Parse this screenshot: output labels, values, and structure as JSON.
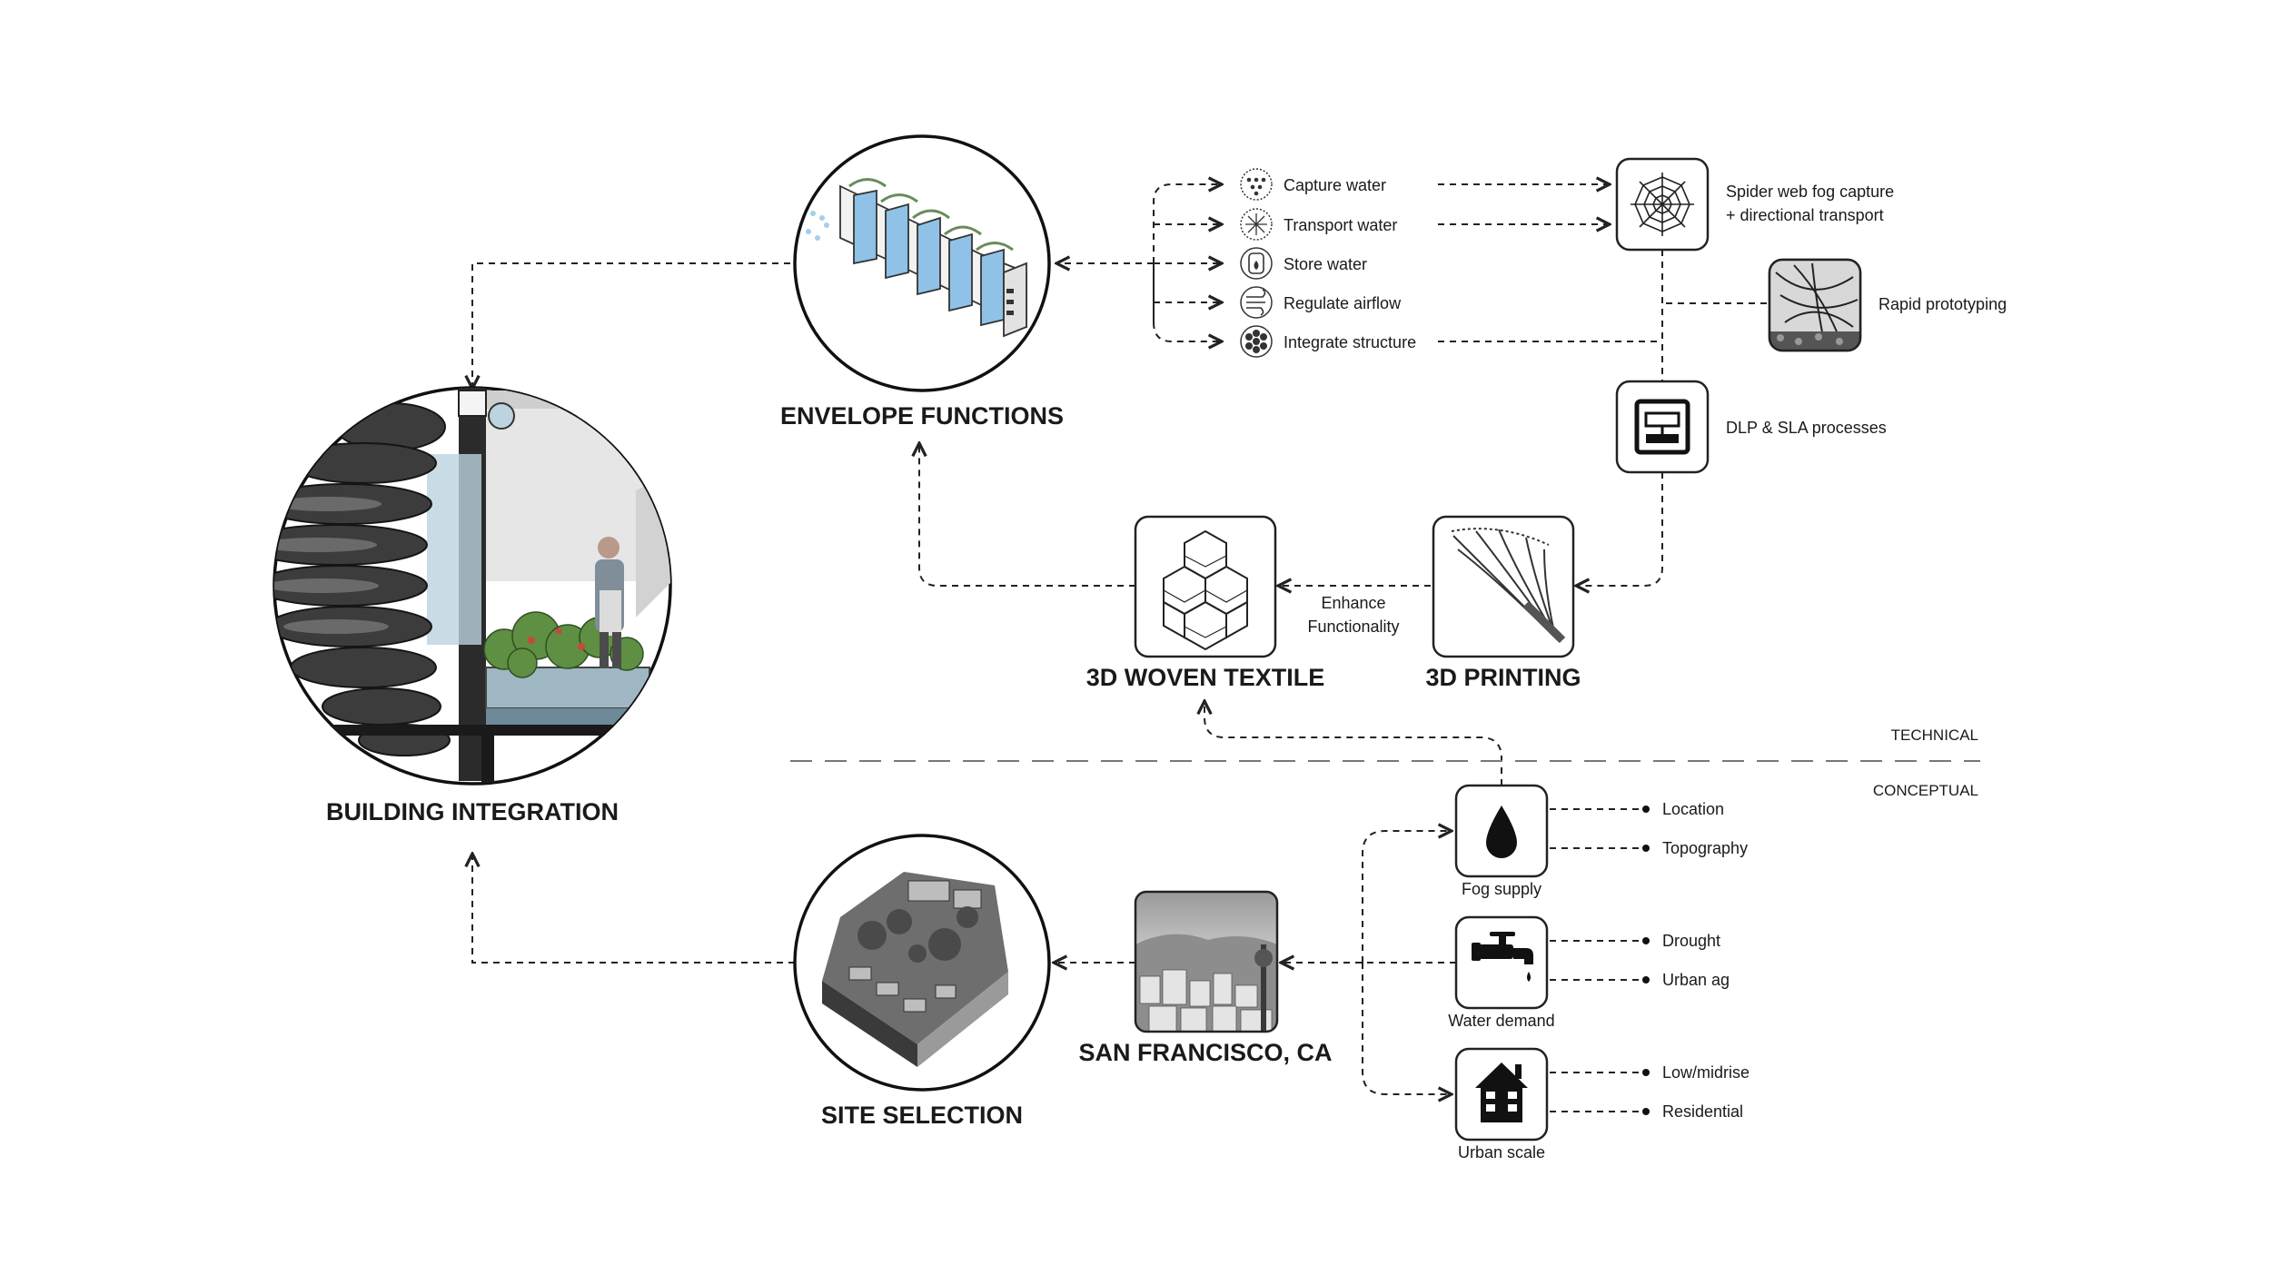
{
  "titles": {
    "building_integration": "BUILDING INTEGRATION",
    "envelope_functions": "ENVELOPE FUNCTIONS",
    "site_selection": "SITE SELECTION",
    "woven_textile": "3D WOVEN TEXTILE",
    "printing": "3D PRINTING",
    "san_francisco": "SAN FRANCISCO, CA"
  },
  "functions": [
    {
      "label": "Capture water",
      "icon": "droplets-icon"
    },
    {
      "label": "Transport water",
      "icon": "radial-lines-icon"
    },
    {
      "label": "Store water",
      "icon": "tank-icon"
    },
    {
      "label": "Regulate airflow",
      "icon": "airflow-icon"
    },
    {
      "label": "Integrate structure",
      "icon": "hex-cluster-icon"
    }
  ],
  "processes": {
    "spider_web_line1": "Spider web fog capture",
    "spider_web_line2": "+ directional transport",
    "rapid_prototyping": "Rapid prototyping",
    "dlp_sla": "DLP & SLA processes",
    "enhance_line1": "Enhance",
    "enhance_line2": "Functionality"
  },
  "zones": {
    "technical": "TECHNICAL",
    "conceptual": "CONCEPTUAL"
  },
  "criteria": [
    {
      "label": "Fog supply",
      "icon": "water-drop-icon",
      "items": [
        "Location",
        "Topography"
      ]
    },
    {
      "label": "Water demand",
      "icon": "faucet-icon",
      "items": [
        "Drought",
        "Urban ag"
      ]
    },
    {
      "label": "Urban scale",
      "icon": "house-icon",
      "items": [
        "Low/midrise",
        "Residential"
      ]
    }
  ]
}
